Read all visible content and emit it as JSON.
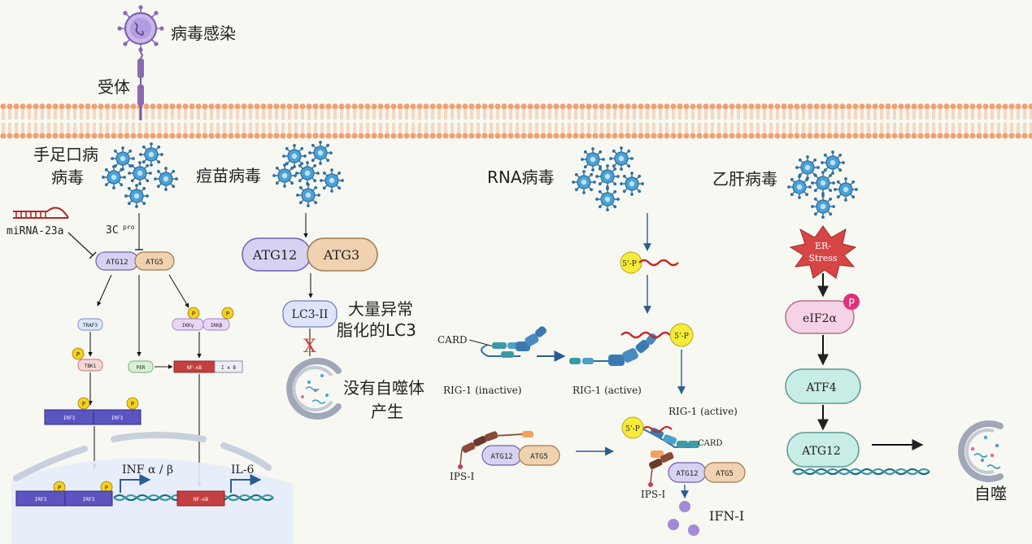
{
  "colors": {
    "background": "#f7f8f2",
    "membrane": "#f0a070",
    "virus": "#3a8ec4",
    "purple_pill": "#d8d2f2",
    "tan_pill": "#f0d2b0",
    "blue_bar": "#5a55c0",
    "red_bar": "#c44040",
    "star": "#d84545",
    "teal_pill": "#c8ece6",
    "pink_pill": "#f6d2e6",
    "dna": "#1e6e80"
  },
  "top": {
    "infection": "病毒感染",
    "receptor": "受体"
  },
  "hfmd": {
    "title_line1": "手足口病",
    "title_line2": "病毒",
    "mirna": "miRNA-23a",
    "protease_main": "3C",
    "protease_sup": "pro",
    "atg12": "ATG12",
    "atg5": "ATG5",
    "traf3": "TRAF3",
    "tbk1": "TBK1",
    "ikkg_left": "IKKγ",
    "ikkg_right": "IKKβ",
    "per": "PER",
    "nfkb": "NF-κB",
    "ikb": "I κ B",
    "irf3_left": "IRF3",
    "irf3_right": "IRF3",
    "p_label": "P",
    "gene_ifn": "INF  α / β",
    "gene_il6": "IL-6",
    "nuc_irf3_left": "IRF3",
    "nuc_irf3_right": "IRF3",
    "nuc_nfkb": "NF-κB"
  },
  "vaccinia": {
    "title": "痘苗病毒",
    "atg12": "ATG12",
    "atg3": "ATG3",
    "lc3": "LC3-II",
    "abnormal_line1": "大量异常",
    "abnormal_line2": "脂化的LC3",
    "block": "X",
    "no_autophagy_line1": "没有自噬体",
    "no_autophagy_line2": "产生"
  },
  "rna": {
    "title": "RNA病毒",
    "five_p": "5’-P",
    "card_left": "CARD",
    "rig_inactive": "RIG-1 (inactive)",
    "rig_active_1": "RIG-1 (active)",
    "rig_active_2": "RIG-1 (active)",
    "card_right": "CARD",
    "atg12_left": "ATG12",
    "atg5_left": "ATG5",
    "ips_left": "IPS-I",
    "atg12_right": "ATG12",
    "atg5_right": "ATG5",
    "ips_right": "IPS-I",
    "ifn": "IFN-I"
  },
  "hbv": {
    "title": "乙肝病毒",
    "er_line1": "ER-",
    "er_line2": "Stress",
    "eif2a": "eIF2α",
    "p_label": "P",
    "atf4": "ATF4",
    "atg12": "ATG12",
    "autophagy": "自噬"
  }
}
